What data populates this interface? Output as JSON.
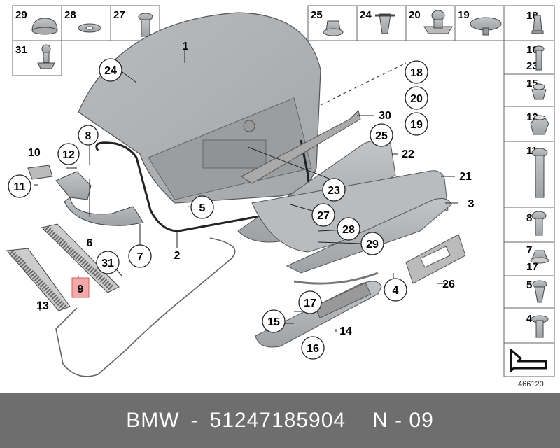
{
  "diagram": {
    "parts": {
      "p1": "1",
      "p2": "2",
      "p3": "3",
      "p4": "4",
      "p5": "5",
      "p6": "6",
      "p7": "7",
      "p8": "8",
      "p9": "9",
      "p10": "10",
      "p11": "11",
      "p12": "12",
      "p13": "13",
      "p14": "14",
      "p15": "15",
      "p16": "16",
      "p17": "17",
      "p18": "18",
      "p19": "19",
      "p20": "20",
      "p21": "21",
      "p22": "22",
      "p23": "23",
      "p24": "24",
      "p25": "25",
      "p26": "26",
      "p27": "27",
      "p28": "28",
      "p29": "29",
      "p30": "30",
      "p31": "31"
    },
    "diagram_id": "466120",
    "highlight_color": "#f4a9a9"
  },
  "footer": {
    "brand": "BMW",
    "part_number": "51247185904",
    "position": "N - 09",
    "separator": "-"
  }
}
